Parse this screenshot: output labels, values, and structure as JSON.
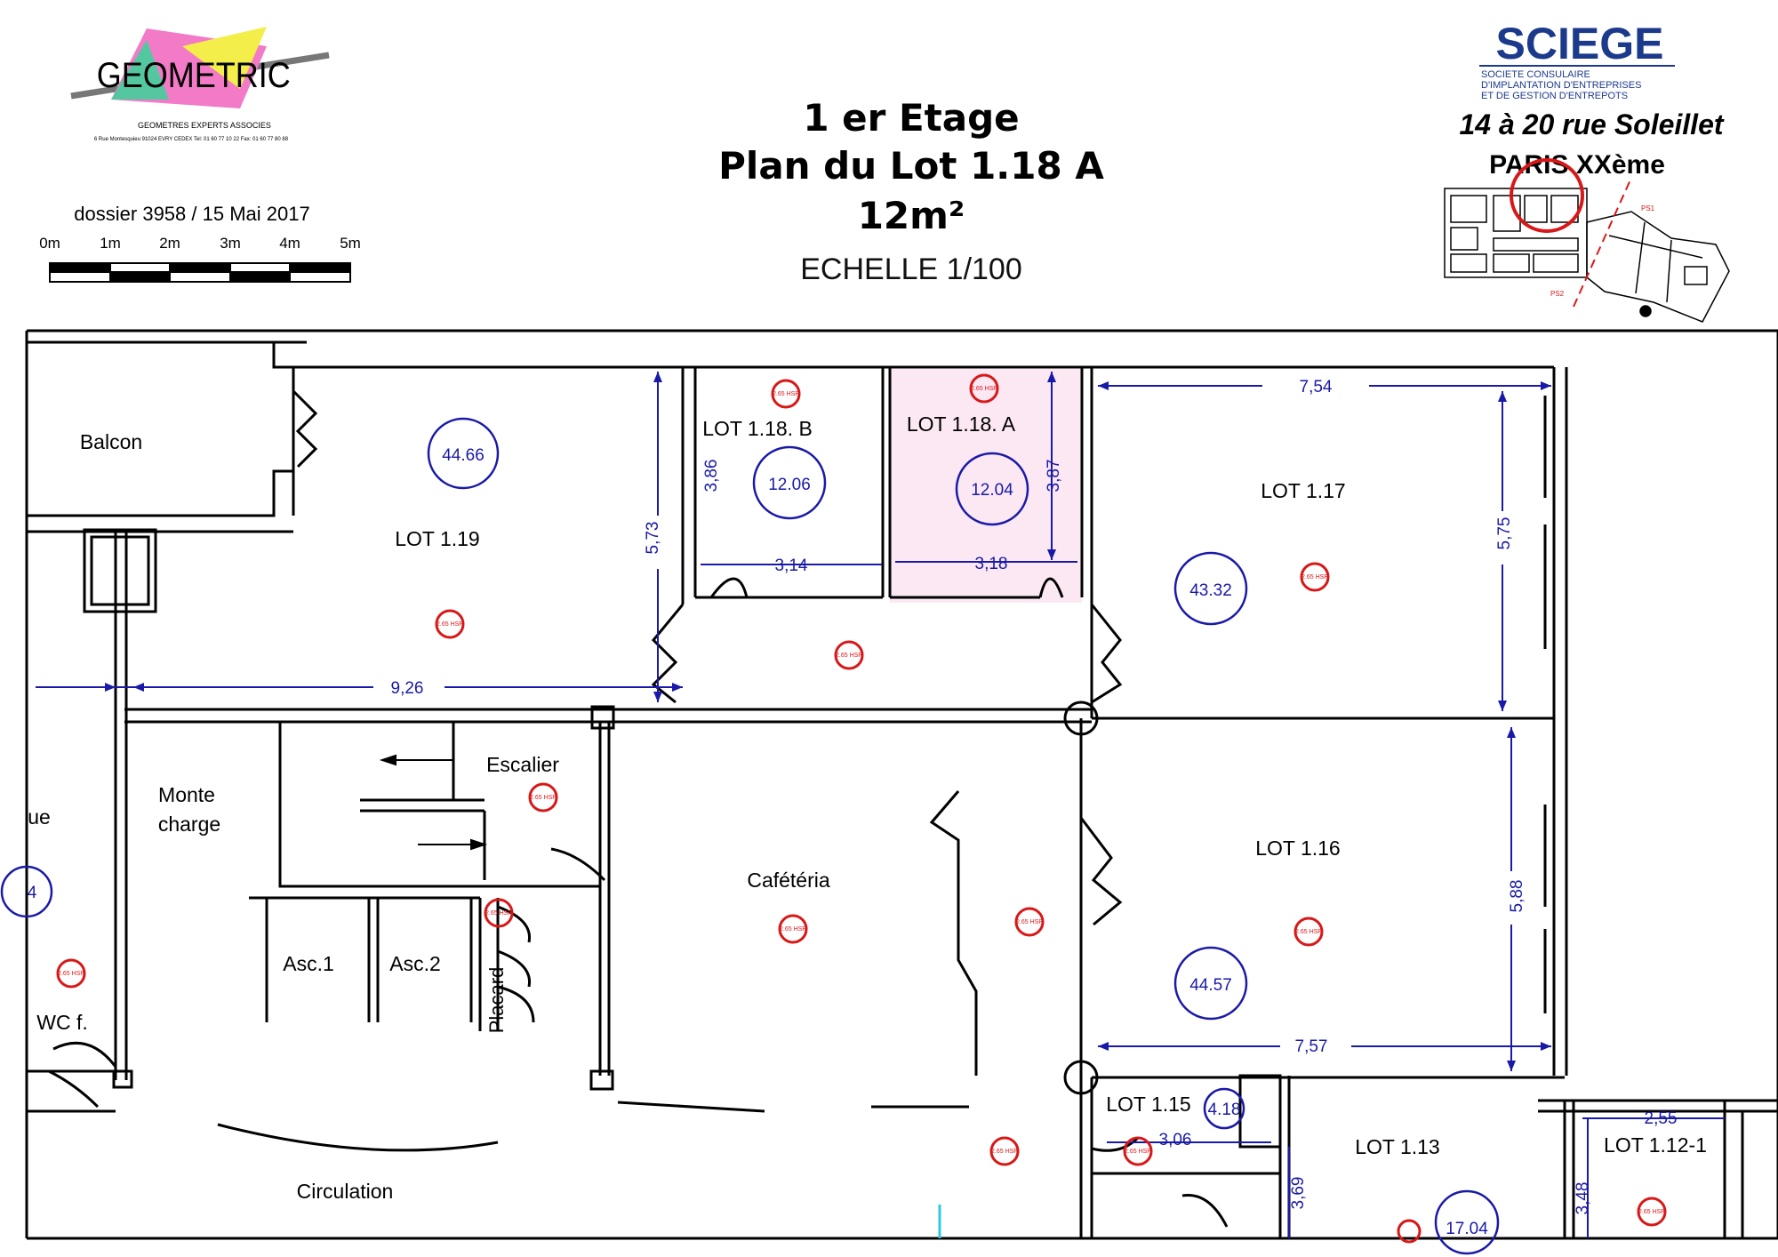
{
  "header": {
    "line1": "1 er Etage",
    "line2": "Plan du Lot 1.18 A",
    "line3": "12m²",
    "scale": "ECHELLE 1/100"
  },
  "geometric": {
    "logo_text": "GEOMETRIC",
    "tagline": "GEOMETRES EXPERTS ASSOCIES",
    "address": "6 Rue Montesquieu 91024 EVRY CEDEX  Tel: 01 60 77 10 22 Fax: 01 60 77 80 88",
    "dossier": "dossier 3958 / 15 Mai 2017",
    "scale_labels": [
      "0m",
      "1m",
      "2m",
      "3m",
      "4m",
      "5m"
    ]
  },
  "sciege": {
    "name": "SCIEGE",
    "line1": "SOCIETE CONSULAIRE",
    "line2": "D'IMPLANTATION D'ENTREPRISES",
    "line3": "ET DE GESTION D'ENTREPOTS",
    "address": "14 à 20  rue Soleillet",
    "city": "PARIS XXème",
    "map_label_1": "PS1",
    "map_label_2": "PS2"
  },
  "rooms": {
    "balcon": "Balcon",
    "lot119": "LOT 1.19",
    "lot118b": "LOT 1.18. B",
    "lot118a": "LOT 1.18. A",
    "lot117": "LOT 1.17",
    "lot116": "LOT 1.16",
    "lot115": "LOT 1.15",
    "lot113": "LOT 1.13",
    "lot1121": "LOT 1.12-1",
    "monte1": "Monte",
    "monte2": "charge",
    "escalier": "Escalier",
    "cafeteria": "Cafétéria",
    "asc1": "Asc.1",
    "asc2": "Asc.2",
    "placard": "Placard",
    "wc": "WC f.",
    "circulation": "Circulation",
    "left_cut": "ue",
    "left_cut_num": "4"
  },
  "areas": {
    "lot119": "44.66",
    "lot118b": "12.06",
    "lot118a": "12.04",
    "lot117": "43.32",
    "lot116": "44.57",
    "lot115": "4.18",
    "lot113": "17.04"
  },
  "dims": {
    "d754": "7,54",
    "d575": "5,75",
    "d573": "5,73",
    "d386": "3,86",
    "d387": "3,87",
    "d314": "3,14",
    "d318": "3,18",
    "d926": "9,26",
    "d588": "5,88",
    "d757": "7,57",
    "d306": "3,06",
    "d369": "3,69",
    "d255": "2,55",
    "d348": "3,48"
  },
  "height_marker": "2.65 HSP",
  "colors": {
    "wall": "#000000",
    "dim": "#1a1aa8",
    "marker": "#d81818",
    "highlight": "#fbe8f3",
    "logo_pink": "#f27ac6",
    "logo_yellow": "#f3ee4a",
    "logo_green": "#54c7a0",
    "sciege_blue": "#1c3a8c"
  }
}
